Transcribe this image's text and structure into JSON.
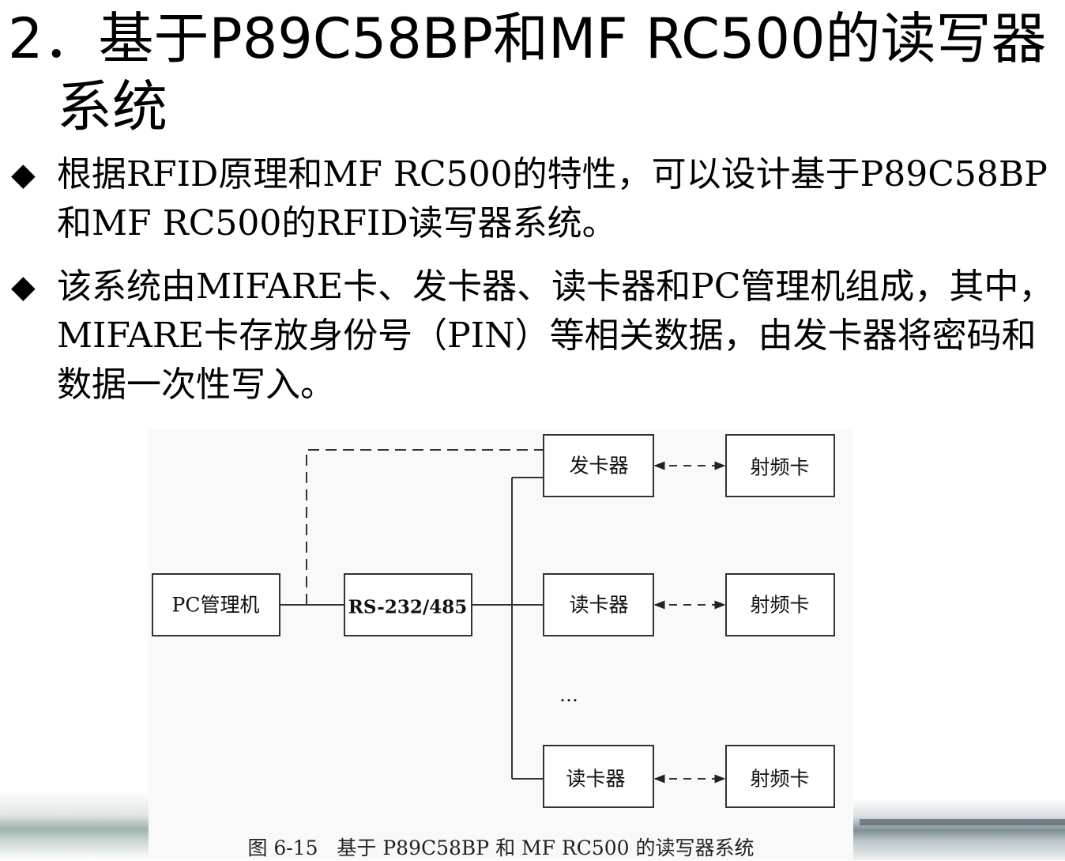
{
  "title": {
    "line1": "2．基于P89C58BP和MF RC500的读写器",
    "line2": "系统"
  },
  "bullets": [
    {
      "marker": "◆",
      "text": "根据RFID原理和MF RC500的特性，可以设计基于P89C58BP和MF RC500的RFID读写器系统。"
    },
    {
      "marker": "◆",
      "text": "该系统由MIFARE卡、发卡器、读卡器和PC管理机组成，其中，MIFARE卡存放身份号（PIN）等相关数据，由发卡器将密码和数据一次性写入。"
    }
  ],
  "figure": {
    "nodes": {
      "pc": "PC管理机",
      "rs": "RS-232/485",
      "issuer": "发卡器",
      "reader1": "读卡器",
      "reader2": "读卡器",
      "card1": "射频卡",
      "card2": "射频卡",
      "card3": "射频卡"
    },
    "ellipsis": "…",
    "caption": "图 6-15   基于 P89C58BP 和 MF RC500 的读写器系统"
  },
  "colors": {
    "stroke": "#333333",
    "box_fill": "#ffffff"
  }
}
